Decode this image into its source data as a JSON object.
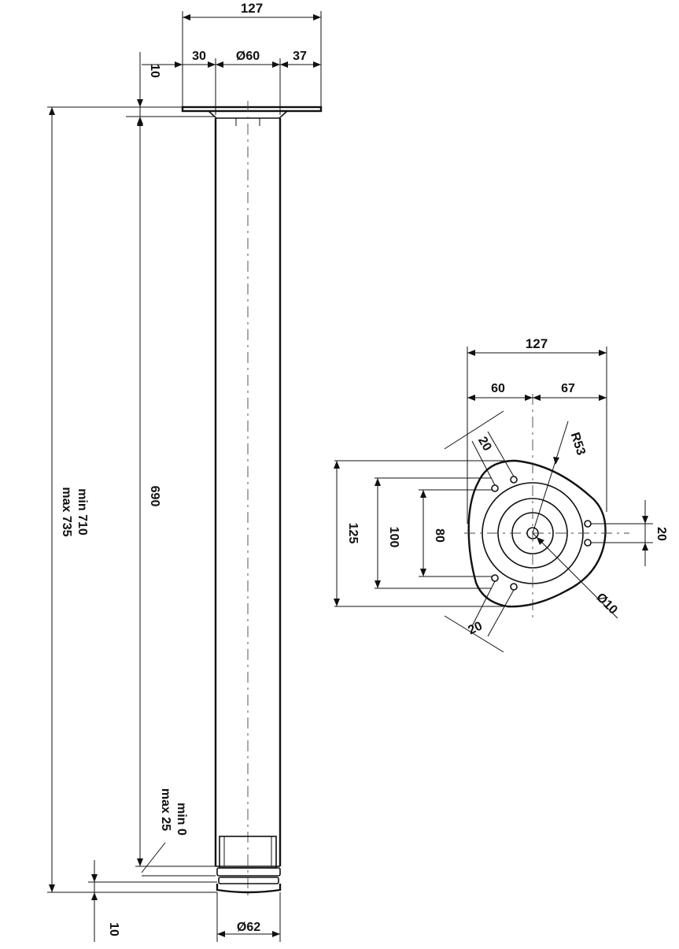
{
  "side_view": {
    "top_width": "127",
    "flange_left": "30",
    "tube_dia_top": "Ø60",
    "flange_right": "37",
    "plate_thickness": "10",
    "total_min": "min 710",
    "total_max": "max 735",
    "tube_length": "690",
    "adjust_min": "min 0",
    "adjust_max": "max 25",
    "foot_height": "10",
    "foot_dia": "Ø62"
  },
  "plate_view": {
    "width": "127",
    "left_part": "60",
    "right_part": "67",
    "radius": "R53",
    "hole_spacing_top": "20",
    "hole_spacing_bottom": "20",
    "hole_spacing_right": "20",
    "height_125": "125",
    "height_100": "100",
    "height_80": "80",
    "center_hole": "Ø10"
  }
}
